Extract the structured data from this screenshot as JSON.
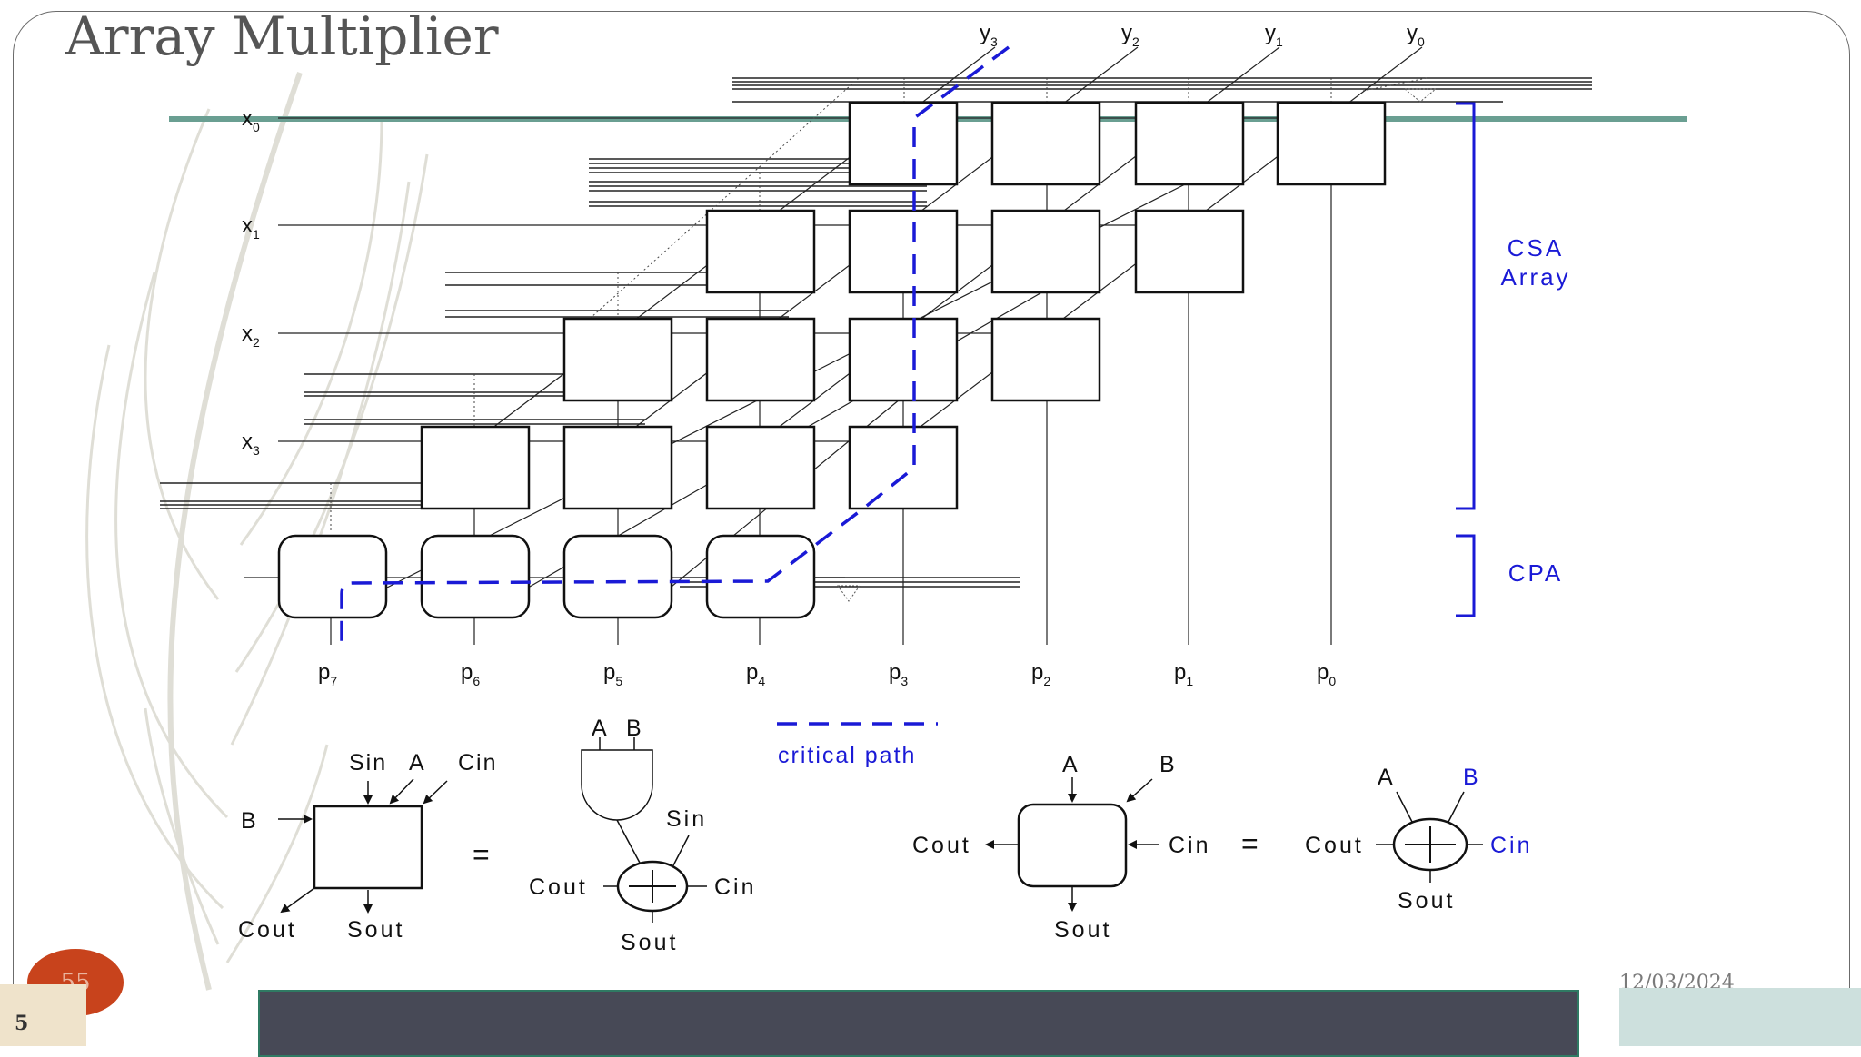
{
  "slide": {
    "title": "Array Multiplier",
    "page_number": "55",
    "corner_number": "5",
    "date": "12/03/2024"
  },
  "diagram": {
    "y_labels": [
      {
        "base": "y",
        "sub": "3"
      },
      {
        "base": "y",
        "sub": "2"
      },
      {
        "base": "y",
        "sub": "1"
      },
      {
        "base": "y",
        "sub": "0"
      }
    ],
    "x_labels": [
      {
        "base": "x",
        "sub": "0"
      },
      {
        "base": "x",
        "sub": "1"
      },
      {
        "base": "x",
        "sub": "2"
      },
      {
        "base": "x",
        "sub": "3"
      }
    ],
    "p_labels": [
      {
        "base": "p",
        "sub": "7"
      },
      {
        "base": "p",
        "sub": "6"
      },
      {
        "base": "p",
        "sub": "5"
      },
      {
        "base": "p",
        "sub": "4"
      },
      {
        "base": "p",
        "sub": "3"
      },
      {
        "base": "p",
        "sub": "2"
      },
      {
        "base": "p",
        "sub": "1"
      },
      {
        "base": "p",
        "sub": "0"
      }
    ],
    "csa_label_line1": "CSA",
    "csa_label_line2": "Array",
    "cpa_label": "CPA",
    "critical_path_label": "critical path",
    "path_color": "#1a1ad6",
    "legend_csa_cell": {
      "sin": "Sin",
      "a": "A",
      "cin": "Cin",
      "b": "B",
      "cout": "Cout",
      "sout": "Sout",
      "equals": "="
    },
    "legend_csa_gate": {
      "a": "A",
      "b": "B",
      "sin": "Sin",
      "cout": "Cout",
      "cin": "Cin",
      "sout": "Sout"
    },
    "legend_cpa_cell": {
      "a": "A",
      "b": "B",
      "cout": "Cout",
      "cin": "Cin",
      "sout": "Sout",
      "equals": "="
    },
    "legend_cpa_gate": {
      "a": "A",
      "b": "B",
      "cout": "Cout",
      "cin": "Cin",
      "sout": "Sout"
    }
  }
}
